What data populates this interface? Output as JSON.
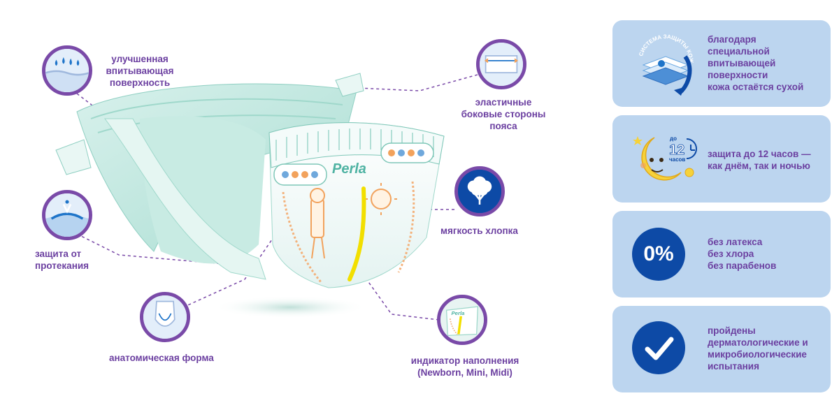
{
  "product": {
    "brand": "Perla"
  },
  "features": {
    "absorbent": {
      "line1": "улучшенная",
      "line2": "впитывающая",
      "line3": "поверхность"
    },
    "leak": {
      "line1": "защита от",
      "line2": "протекания"
    },
    "anatomic": {
      "line1": "анатомическая форма"
    },
    "elastic": {
      "line1": "эластичные",
      "line2": "боковые стороны",
      "line3": "пояса"
    },
    "cotton": {
      "line1": "мягкость хлопка"
    },
    "indicator": {
      "line1": "индикатор наполнения",
      "line2": "(Newborn, Mini, Midi)"
    }
  },
  "cards": [
    {
      "icon": "skin-protection-icon",
      "icon_text": "СИСТЕМА ЗАЩИТЫ КОЖИ",
      "lines": [
        "благодаря",
        "специальной",
        "впитывающей",
        "поверхности",
        "кожа остаётся сухой"
      ]
    },
    {
      "icon": "moon-12-hours-icon",
      "icon_text": {
        "top": "до",
        "number": "12",
        "bottom": "часов"
      },
      "lines": [
        "защита до 12 часов —",
        "как днём, так и ночью"
      ]
    },
    {
      "icon": "zero-percent-icon",
      "icon_text": "0%",
      "lines": [
        "без латекса",
        "без хлора",
        "без парабенов"
      ]
    },
    {
      "icon": "checkmark-icon",
      "lines": [
        "пройдены",
        "дерматологические и",
        "микробиологические",
        "испытания"
      ]
    }
  ],
  "colors": {
    "accent_purple": "#6b3fa0",
    "card_bg": "#bcd5ef",
    "badge_blue": "#0d4aa6",
    "diaper_mint": "#bfe6de",
    "indicator_yellow": "#f2df00"
  }
}
